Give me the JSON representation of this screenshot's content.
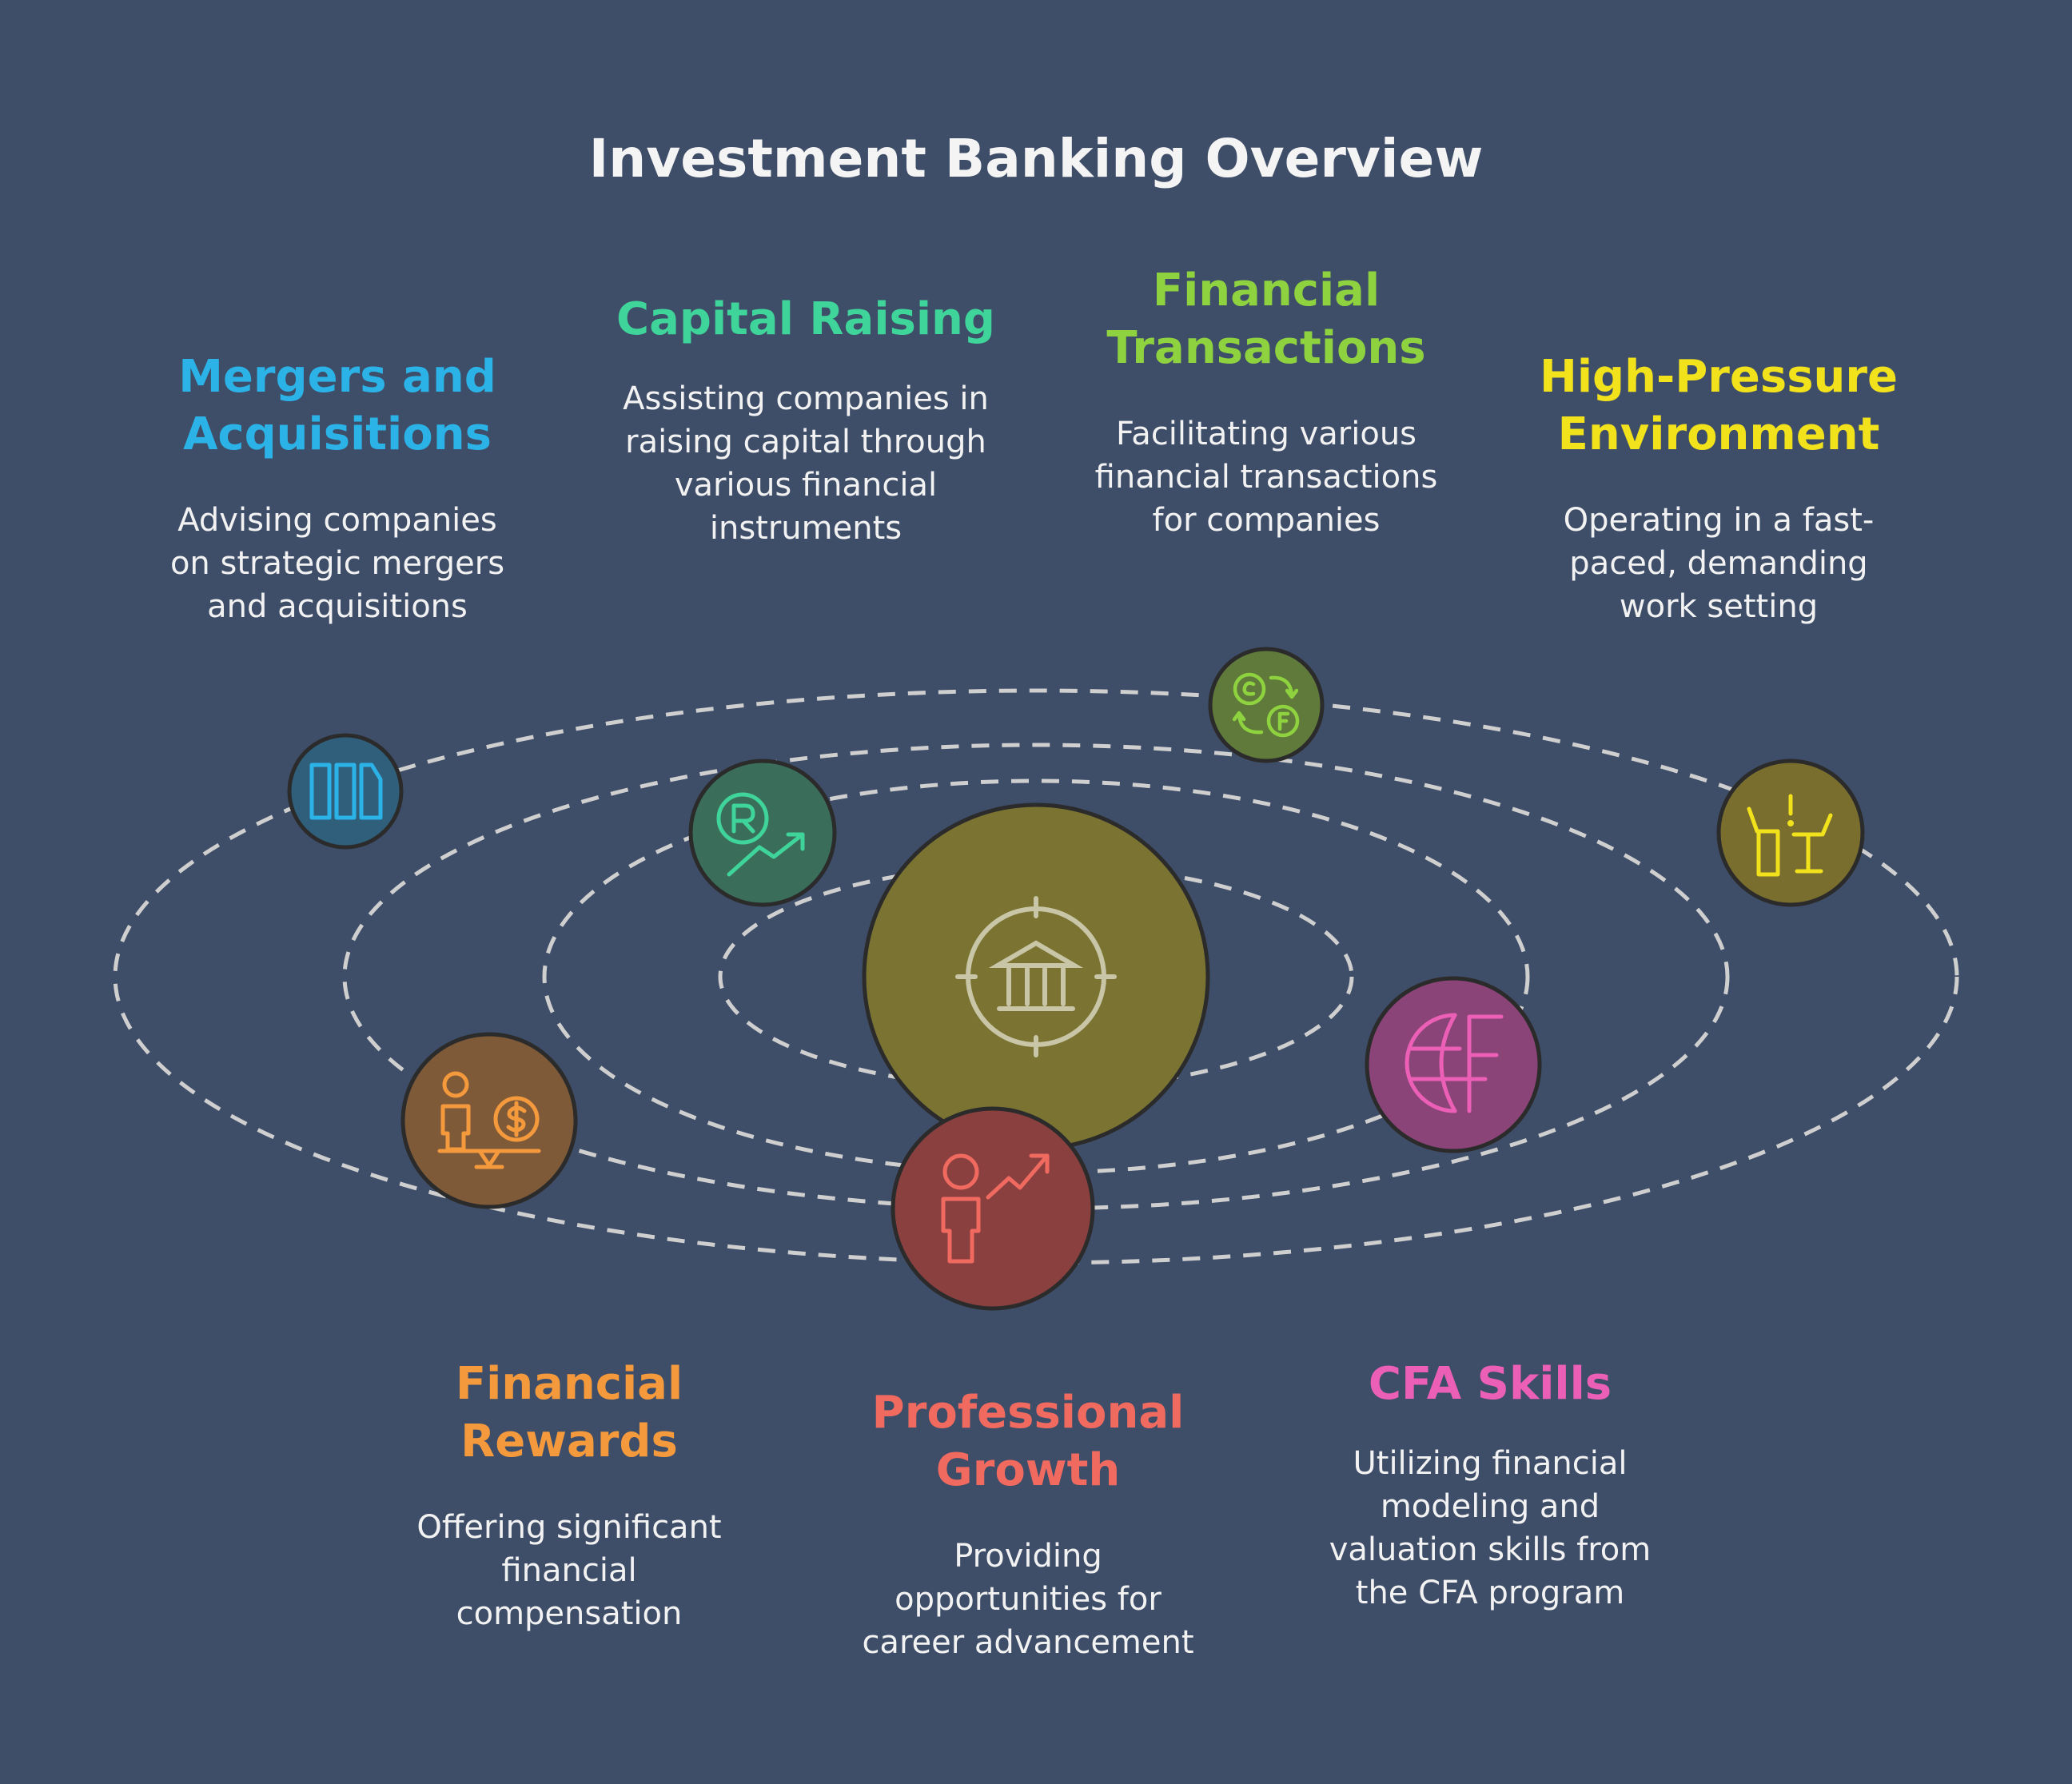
{
  "title": "Investment Banking Overview",
  "center": {
    "icon": "bank-target-icon",
    "fill": "#7a7332",
    "stroke": "#c9c6a8"
  },
  "items": [
    {
      "key": "ma",
      "title_lines": [
        "Mergers and",
        "Acquisitions"
      ],
      "desc_lines": [
        "Advising companies",
        "on strategic mergers",
        "and acquisitions"
      ],
      "color": "#2bb3e8",
      "fill": "#2f5f7a",
      "icon": "building-blocks-icon"
    },
    {
      "key": "cr",
      "title_lines": [
        "Capital Raising"
      ],
      "desc_lines": [
        "Assisting companies in",
        "raising capital through",
        "various financial",
        "instruments"
      ],
      "color": "#3fd49a",
      "fill": "#3a6e5a",
      "icon": "rupee-growth-icon"
    },
    {
      "key": "ft",
      "title_lines": [
        "Financial",
        "Transactions"
      ],
      "desc_lines": [
        "Facilitating various",
        "financial transactions",
        "for companies"
      ],
      "color": "#8ed23f",
      "fill": "#5f7a3a",
      "icon": "currency-exchange-icon"
    },
    {
      "key": "hp",
      "title_lines": [
        "High-Pressure",
        "Environment"
      ],
      "desc_lines": [
        "Operating in a fast-",
        "paced, demanding",
        "work setting"
      ],
      "color": "#f2e21c",
      "fill": "#7a6e2f",
      "icon": "desk-alert-icon"
    },
    {
      "key": "fr",
      "title_lines": [
        "Financial",
        "Rewards"
      ],
      "desc_lines": [
        "Offering significant",
        "financial",
        "compensation"
      ],
      "color": "#f59a3c",
      "fill": "#7f5a38",
      "icon": "person-coin-balance-icon"
    },
    {
      "key": "pg",
      "title_lines": [
        "Professional",
        "Growth"
      ],
      "desc_lines": [
        "Providing",
        "opportunities for",
        "career advancement"
      ],
      "color": "#f06a60",
      "fill": "#8b4040",
      "icon": "person-growth-icon"
    },
    {
      "key": "cfa",
      "title_lines": [
        "CFA Skills"
      ],
      "desc_lines": [
        "Utilizing financial",
        "modeling and",
        "valuation skills from",
        "the CFA program"
      ],
      "color": "#ec5fb6",
      "fill": "#8b4477",
      "icon": "globe-franc-icon"
    }
  ]
}
